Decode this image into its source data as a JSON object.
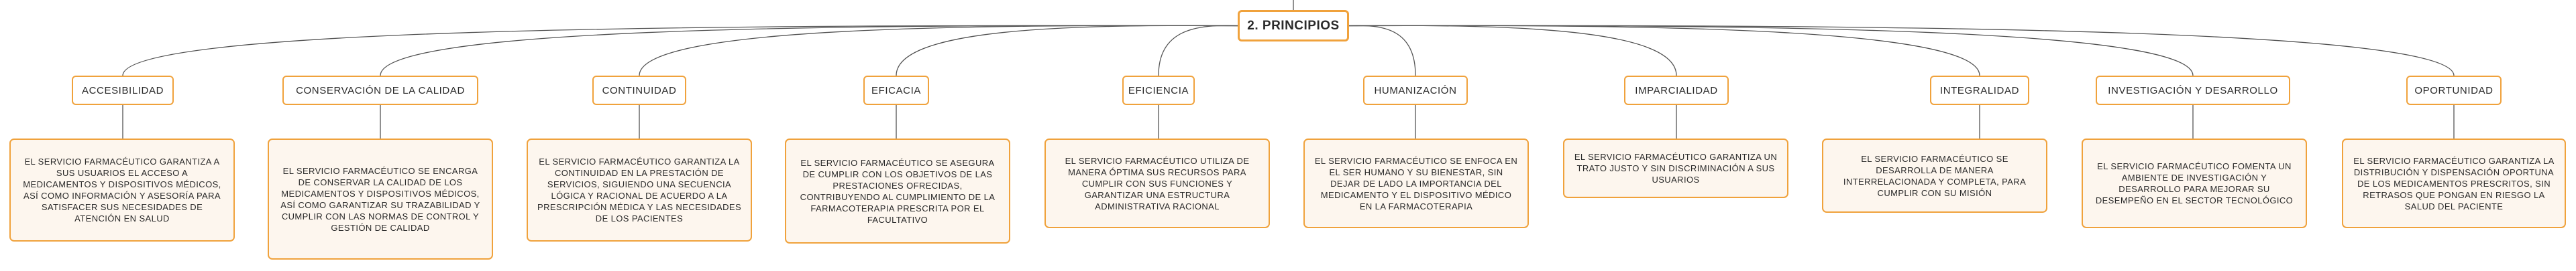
{
  "root": {
    "label": "2. PRINCIPIOS"
  },
  "principles": [
    {
      "title": "ACCESIBILIDAD",
      "text": "EL SERVICIO FARMACÉUTICO GARANTIZA A SUS USUARIOS EL ACCESO A MEDICAMENTOS Y DISPOSITIVOS MÉDICOS, ASÍ COMO INFORMACIÓN Y ASESORÍA PARA SATISFACER SUS NECESIDADES DE ATENCIÓN EN SALUD"
    },
    {
      "title": "CONSERVACIÓN DE LA CALIDAD",
      "text": "EL SERVICIO FARMACÉUTICO SE ENCARGA DE CONSERVAR LA CALIDAD DE LOS MEDICAMENTOS Y DISPOSITIVOS MÉDICOS, ASÍ COMO GARANTIZAR SU TRAZABILIDAD Y CUMPLIR CON LAS NORMAS DE CONTROL Y GESTIÓN DE CALIDAD"
    },
    {
      "title": "CONTINUIDAD",
      "text": "EL SERVICIO FARMACÉUTICO GARANTIZA LA CONTINUIDAD EN LA PRESTACIÓN DE SERVICIOS, SIGUIENDO UNA SECUENCIA LÓGICA Y RACIONAL DE ACUERDO A LA PRESCRIPCIÓN MÉDICA Y LAS NECESIDADES DE LOS PACIENTES"
    },
    {
      "title": "EFICACIA",
      "text": "EL SERVICIO FARMACÉUTICO SE ASEGURA DE CUMPLIR CON LOS OBJETIVOS DE LAS PRESTACIONES OFRECIDAS, CONTRIBUYENDO AL CUMPLIMIENTO DE LA FARMACOTERAPIA PRESCRITA POR EL FACULTATIVO"
    },
    {
      "title": "EFICIENCIA",
      "text": "EL SERVICIO FARMACÉUTICO UTILIZA DE MANERA ÓPTIMA SUS RECURSOS PARA CUMPLIR CON SUS FUNCIONES Y GARANTIZAR UNA ESTRUCTURA ADMINISTRATIVA RACIONAL"
    },
    {
      "title": "HUMANIZACIÓN",
      "text": "EL SERVICIO FARMACÉUTICO SE ENFOCA EN EL SER HUMANO Y SU BIENESTAR, SIN DEJAR DE LADO LA IMPORTANCIA DEL MEDICAMENTO Y EL DISPOSITIVO MÉDICO EN LA FARMACOTERAPIA"
    },
    {
      "title": "IMPARCIALIDAD",
      "text": "EL SERVICIO FARMACÉUTICO GARANTIZA UN TRATO JUSTO Y SIN DISCRIMINACIÓN A SUS USUARIOS"
    },
    {
      "title": "INTEGRALIDAD",
      "text": "EL SERVICIO FARMACÉUTICO SE DESARROLLA DE MANERA INTERRELACIONADA Y COMPLETA, PARA CUMPLIR CON SU MISIÓN"
    },
    {
      "title": "INVESTIGACIÓN Y DESARROLLO",
      "text": "EL SERVICIO FARMACÉUTICO FOMENTA UN AMBIENTE DE INVESTIGACIÓN Y DESARROLLO PARA MEJORAR SU DESEMPEÑO EN EL SECTOR TECNOLÓGICO"
    },
    {
      "title": "OPORTUNIDAD",
      "text": "EL SERVICIO FARMACÉUTICO GARANTIZA LA DISTRIBUCIÓN Y DISPENSACIÓN OPORTUNA DE LOS MEDICAMENTOS PRESCRITOS, SIN RETRASOS QUE PONGAN EN RIESGO LA SALUD DEL PACIENTE"
    }
  ]
}
